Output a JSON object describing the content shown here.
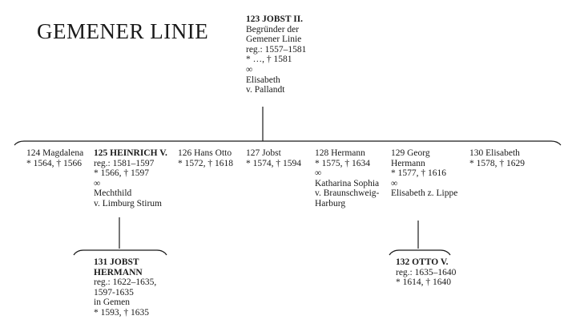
{
  "title": "GEMENER LINIE",
  "root": {
    "name": "123 JOBST II.",
    "lines": [
      "Begründer der",
      "Gemener Linie",
      "reg.: 1557–1581",
      "* …, † 1581",
      "∞",
      "Elisabeth",
      "v. Pallandt"
    ]
  },
  "children": [
    {
      "name": "124 Magdalena",
      "bold": false,
      "lines": [
        "* 1564, † 1566"
      ]
    },
    {
      "name": "125 HEINRICH V.",
      "bold": true,
      "lines": [
        "reg.: 1581–1597",
        "* 1566, † 1597",
        "∞",
        "Mechthild",
        "v. Limburg Stirum"
      ]
    },
    {
      "name": "126 Hans Otto",
      "bold": false,
      "lines": [
        "* 1572, † 1618"
      ]
    },
    {
      "name": "127 Jobst",
      "bold": false,
      "lines": [
        "* 1574, † 1594"
      ]
    },
    {
      "name": "128 Hermann",
      "bold": false,
      "lines": [
        "* 1575, † 1634",
        "∞",
        "Katharina Sophia",
        "v. Braunschweig-",
        "Harburg"
      ]
    },
    {
      "name": "129 Georg",
      "bold": false,
      "lines": [
        "Hermann",
        "* 1577, † 1616",
        "∞",
        "Elisabeth z. Lippe"
      ]
    },
    {
      "name": "130 Elisabeth",
      "bold": false,
      "lines": [
        "* 1578, † 1629"
      ]
    }
  ],
  "grandchildren": [
    {
      "name": "131 JOBST",
      "bold": true,
      "name2": "HERMANN",
      "lines": [
        "reg.: 1622–1635,",
        "1597-1635",
        "in Gemen",
        "* 1593, † 1635"
      ]
    },
    {
      "name": "132 OTTO V.",
      "bold": true,
      "lines": [
        "reg.: 1635–1640",
        "* 1614, † 1640"
      ]
    }
  ]
}
